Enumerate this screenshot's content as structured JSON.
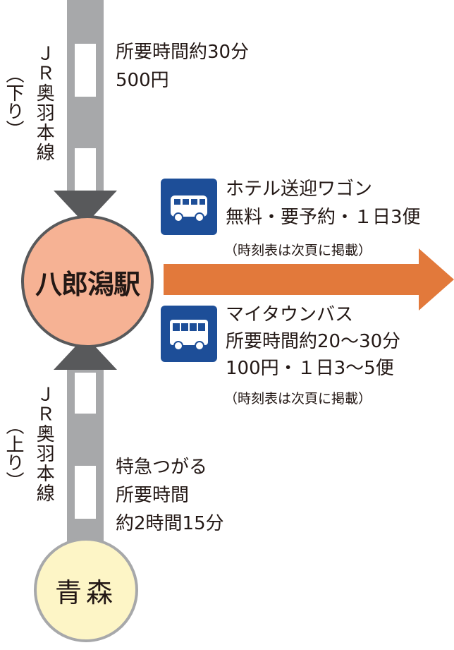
{
  "top_route": {
    "line_label": "ＪＲ奥羽本線",
    "direction": "（下り）",
    "time": "所要時間約30分",
    "fare": "500円"
  },
  "bottom_route": {
    "line_label": "ＪＲ奥羽本線",
    "direction": "（上り）",
    "train": "特急つがる",
    "time_label": "所要時間",
    "time_value": "約2時間15分"
  },
  "station_main": "八郎潟駅",
  "station_origin": "青森",
  "hotel_wagon": {
    "icon": "van-icon",
    "title": "ホテル送迎ワゴン",
    "detail": "無料・要予約・１日3便",
    "note": "（時刻表は次頁に掲載）"
  },
  "mytown_bus": {
    "icon": "bus-icon",
    "title": "マイタウンバス",
    "time": "所要時間約20～30分",
    "fare": "100円・１日3～5便",
    "note": "（時刻表は次頁に掲載）"
  },
  "colors": {
    "rail": "#a7a8aa",
    "arrow_head": "#58595b",
    "station_fill": "#f6b294",
    "origin_fill": "#fdf5c6",
    "orange_arrow": "#e2793b",
    "icon_bg": "#1d4e98"
  }
}
